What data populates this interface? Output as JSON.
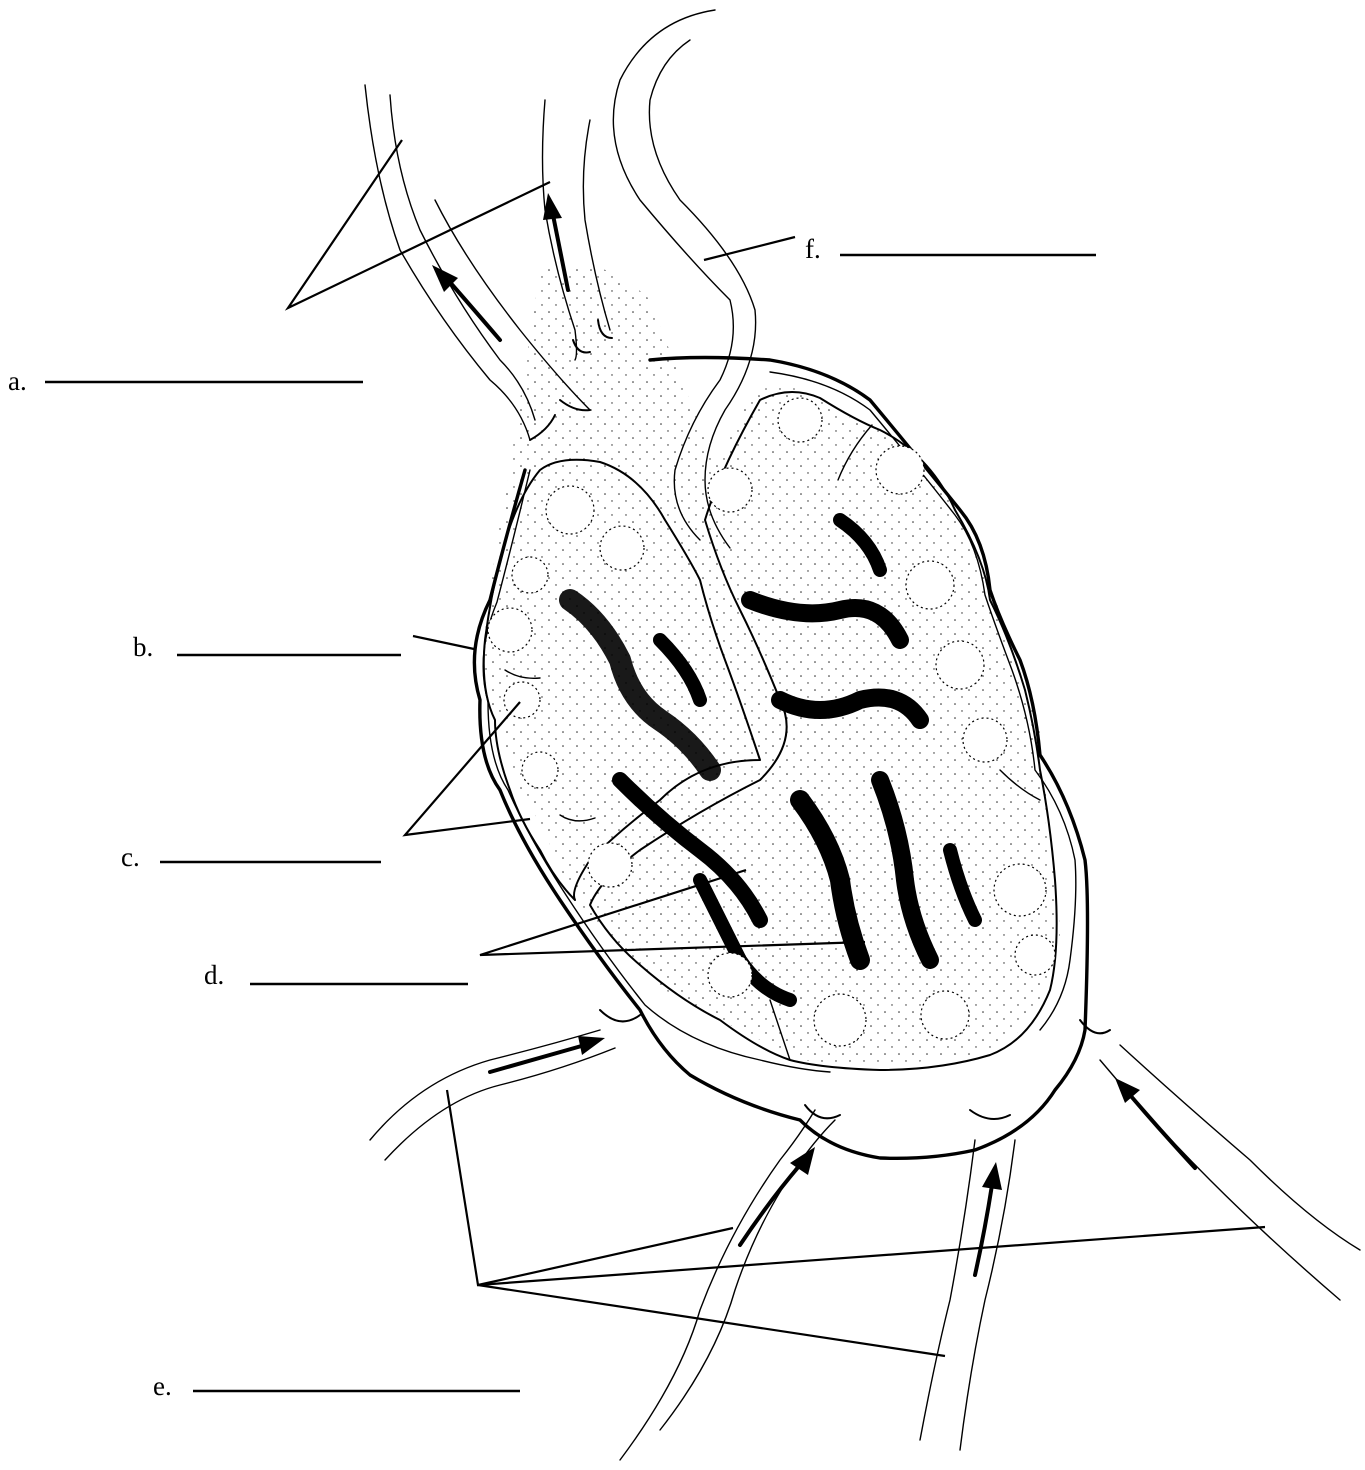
{
  "labels": [
    {
      "id": "a",
      "text": "a."
    },
    {
      "id": "b",
      "text": "b."
    },
    {
      "id": "c",
      "text": "c."
    },
    {
      "id": "d",
      "text": "d."
    },
    {
      "id": "e",
      "text": "e."
    },
    {
      "id": "f",
      "text": "f."
    }
  ],
  "icons": {
    "flow_arrow": "flow-arrow-icon"
  }
}
